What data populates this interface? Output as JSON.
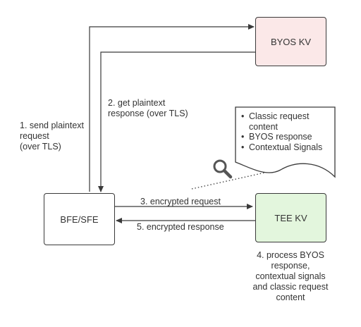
{
  "nodes": {
    "byos_kv": "BYOS KV",
    "bfe_sfe": "BFE/SFE",
    "tee_kv": "TEE KV"
  },
  "edges": {
    "step1": [
      "1. send plaintext",
      "request",
      "(over TLS)"
    ],
    "step2": [
      "2. get plaintext",
      "response (over TLS)"
    ],
    "step3": "3. encrypted request",
    "step5": "5. encrypted response"
  },
  "document": {
    "item1": "Classic request",
    "item1_cont": "content",
    "item2": "BYOS response",
    "item3": "Contextual Signals"
  },
  "step4": [
    "4. process BYOS",
    "response,",
    "contextual signals",
    "and classic request",
    "content"
  ],
  "icons": {
    "inspect": "magnifying-glass-icon"
  },
  "colors": {
    "byos_fill": "#fbe8e8",
    "tee_fill": "#e3f6dd",
    "stroke": "#3a3a3a"
  }
}
